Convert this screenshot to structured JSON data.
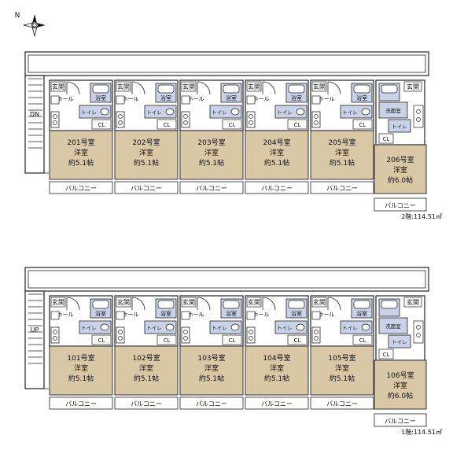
{
  "compass": {
    "label": "N"
  },
  "floors": [
    {
      "id": "floor-2",
      "area_label": "2階:114.51㎡",
      "stair_label": "DN",
      "units": [
        {
          "name": "201号室",
          "type": "洋室",
          "size": "約5.1帖"
        },
        {
          "name": "202号室",
          "type": "洋室",
          "size": "約5.1帖"
        },
        {
          "name": "203号室",
          "type": "洋室",
          "size": "約5.1帖"
        },
        {
          "name": "204号室",
          "type": "洋室",
          "size": "約5.1帖"
        },
        {
          "name": "205号室",
          "type": "洋室",
          "size": "約5.1帖"
        },
        {
          "name": "206号室",
          "type": "洋室",
          "size": "約6.0帖"
        }
      ]
    },
    {
      "id": "floor-1",
      "area_label": "1階:114.51㎡",
      "stair_label": "UP",
      "units": [
        {
          "name": "101号室",
          "type": "洋室",
          "size": "約5.1帖"
        },
        {
          "name": "102号室",
          "type": "洋室",
          "size": "約5.1帖"
        },
        {
          "name": "103号室",
          "type": "洋室",
          "size": "約5.1帖"
        },
        {
          "name": "104号室",
          "type": "洋室",
          "size": "約5.1帖"
        },
        {
          "name": "105号室",
          "type": "洋室",
          "size": "約5.1帖"
        },
        {
          "name": "106号室",
          "type": "洋室",
          "size": "約6.0帖"
        }
      ]
    }
  ],
  "labels": {
    "entrance": "玄関",
    "hall": "ホール",
    "bath": "浴室",
    "toilet": "トイレ",
    "closet": "CL",
    "balcony": "バルコニー",
    "washroom": "洗面室"
  }
}
